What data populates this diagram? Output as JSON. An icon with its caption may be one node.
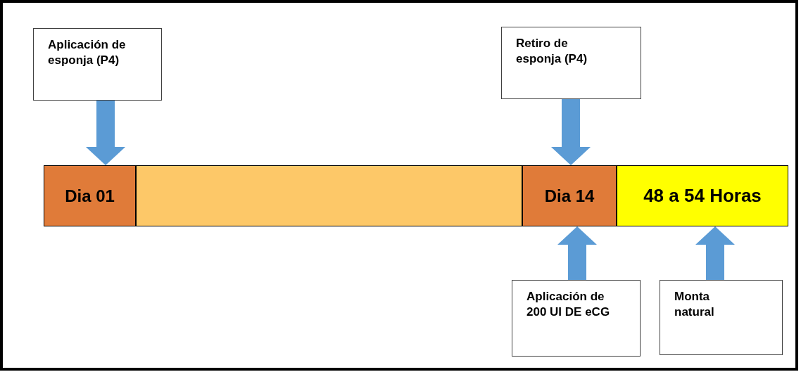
{
  "diagram": {
    "nodes": [
      {
        "text": [
          "Aplicación de esponja (P4)"
        ]
      },
      {
        "text": [
          "Retiro de esponja (P4)"
        ]
      },
      {
        "text": [
          "Dia 01"
        ]
      },
      {
        "text": [],
        "shape": "bar"
      },
      {
        "text": [
          "Dia 14"
        ]
      },
      {
        "text": [
          "48 a 54 Horas"
        ]
      },
      {
        "text": [
          "Aplicación de 200 UI DE eCG"
        ]
      },
      {
        "text": [
          "Monta natural"
        ]
      }
    ],
    "edges": [
      {
        "from": 0,
        "to": 2,
        "arrow": "to"
      },
      {
        "from": 1,
        "to": 4,
        "arrow": "to"
      },
      {
        "from": 6,
        "to": 4,
        "arrow": "to"
      },
      {
        "from": 7,
        "to": 5,
        "arrow": "to"
      }
    ]
  }
}
